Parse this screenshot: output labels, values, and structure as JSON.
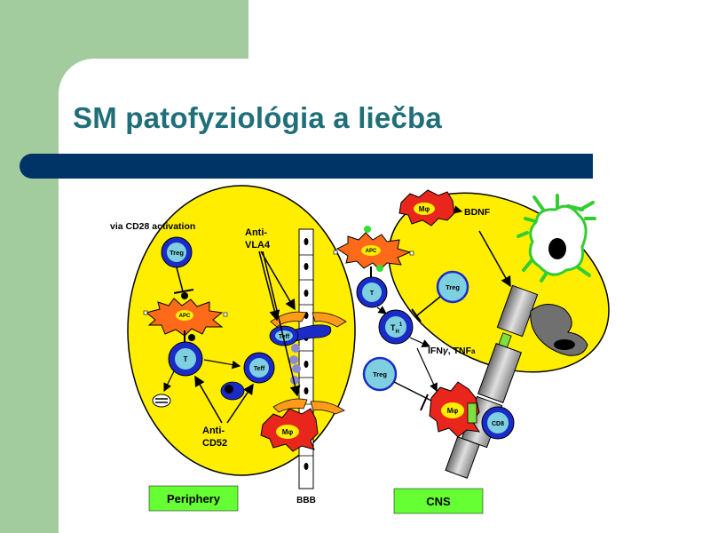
{
  "slide": {
    "title": "SM patofyziológia a liečba",
    "colors": {
      "green": "#a3cc9e",
      "bar": "#003366",
      "title": "#1f6f78",
      "yellow": "#ffee00",
      "cell_blue": "#1a2bc8",
      "teal": "#7ecfe0",
      "red": "#e8261b",
      "orange": "#ff7a1a"
    }
  },
  "diagram": {
    "via_label": "via CD28 activation",
    "anti_vla4_line1": "Anti-",
    "anti_vla4_line2": "VLA4",
    "anti_cd52_line1": "Anti-",
    "anti_cd52_line2": "CD52",
    "treg": "Treg",
    "apc": "APC",
    "t": "T",
    "teff": "Teff",
    "mphi": "Mφ",
    "th1_main": "T",
    "th1_sub": "H",
    "th1_sup": "1",
    "bdnf": "BDNF",
    "ifn_part1": "IFN",
    "ifn_gamma": "γ",
    "ifn_part2": ", TNF",
    "ifn_alpha": "a",
    "cd8": "CD8",
    "bbb": "BBB",
    "periphery": "Periphery",
    "cns": "CNS"
  }
}
